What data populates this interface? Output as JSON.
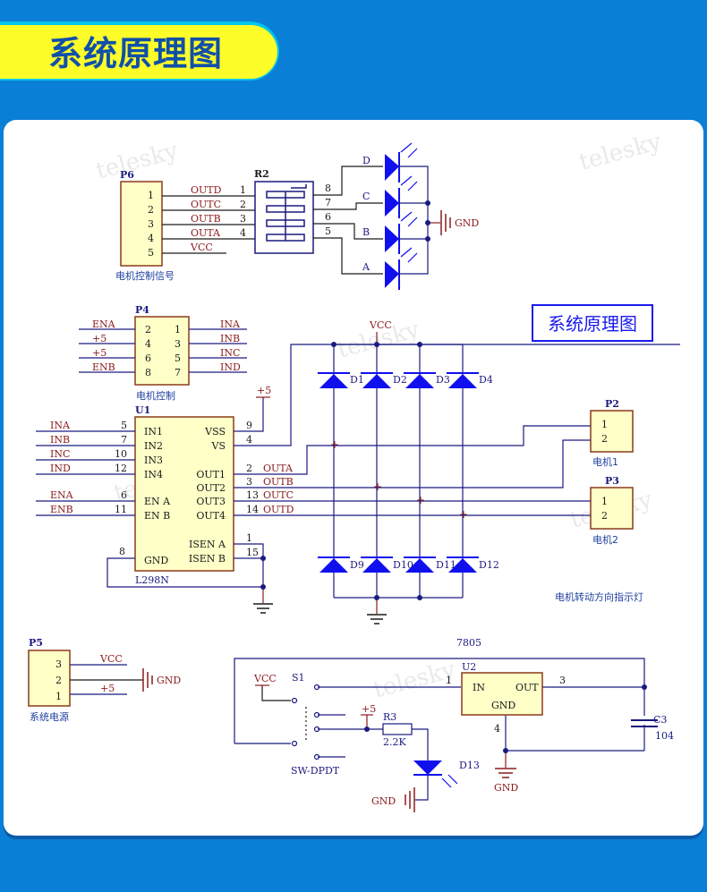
{
  "header": {
    "title": "系统原理图"
  },
  "badge": {
    "label": "系统原理图"
  },
  "colors": {
    "wire": "#1a1a80",
    "net_label": "#8b1a1a",
    "diode": "#1010ee",
    "part_fill": "#ffffc8",
    "part_border": "#8b3a1a",
    "header_yellow": "#fdfd2a",
    "header_text": "#1150a8",
    "background": "#0a7fd6"
  },
  "watermark": "telesky",
  "p6": {
    "ref": "P6",
    "caption": "电机控制信号",
    "pins": [
      "1",
      "2",
      "3",
      "4",
      "5"
    ],
    "nets": [
      "OUTD",
      "OUTC",
      "OUTB",
      "OUTA",
      "VCC"
    ]
  },
  "r2": {
    "ref": "R2",
    "left_pins": [
      "1",
      "2",
      "3",
      "4"
    ],
    "right_pins": [
      "8",
      "7",
      "6",
      "5"
    ]
  },
  "leds_top": {
    "labels": [
      "D",
      "C",
      "B",
      "A"
    ],
    "gnd": "GND"
  },
  "p4": {
    "ref": "P4",
    "caption": "电机控制",
    "left_nets": [
      "ENA",
      "+5",
      "+5",
      "ENB"
    ],
    "left_pins": [
      "2",
      "4",
      "6",
      "8"
    ],
    "right_pins": [
      "1",
      "3",
      "5",
      "7"
    ],
    "right_nets": [
      "INA",
      "INB",
      "INC",
      "IND"
    ]
  },
  "u1": {
    "ref": "U1",
    "part": "L298N",
    "left_pins": [
      {
        "net": "INA",
        "num": "5",
        "name": "IN1"
      },
      {
        "net": "INB",
        "num": "7",
        "name": "IN2"
      },
      {
        "net": "INC",
        "num": "10",
        "name": "IN3"
      },
      {
        "net": "IND",
        "num": "12",
        "name": "IN4"
      },
      {
        "net": "ENA",
        "num": "6",
        "name": "EN A"
      },
      {
        "net": "ENB",
        "num": "11",
        "name": "EN B"
      }
    ],
    "right_pins": [
      {
        "name": "VSS",
        "num": "9",
        "net": ""
      },
      {
        "name": "VS",
        "num": "4",
        "net": ""
      },
      {
        "name": "OUT1",
        "num": "2",
        "net": "OUTA"
      },
      {
        "name": "OUT2",
        "num": "3",
        "net": "OUTB"
      },
      {
        "name": "OUT3",
        "num": "13",
        "net": "OUTC"
      },
      {
        "name": "OUT4",
        "num": "14",
        "net": "OUTD"
      },
      {
        "name": "ISEN A",
        "num": "1",
        "net": ""
      },
      {
        "name": "ISEN B",
        "num": "15",
        "net": ""
      }
    ],
    "gnd_pin": {
      "name": "GND",
      "num": "8"
    },
    "plus5": "+5"
  },
  "bridge": {
    "vcc": "VCC",
    "top_diodes": [
      "D1",
      "D2",
      "D3",
      "D4"
    ],
    "bottom_diodes": [
      "D9",
      "D10",
      "D11",
      "D12"
    ],
    "caption": "电机转动方向指示灯"
  },
  "p2": {
    "ref": "P2",
    "caption": "电机1",
    "pins": [
      "1",
      "2"
    ]
  },
  "p3": {
    "ref": "P3",
    "caption": "电机2",
    "pins": [
      "1",
      "2"
    ]
  },
  "p5": {
    "ref": "P5",
    "caption": "系统电源",
    "pins": [
      "3",
      "2",
      "1"
    ],
    "nets": [
      "VCC",
      "",
      "+5"
    ],
    "gnd": "GND"
  },
  "power": {
    "s1": "S1",
    "s1_type": "SW-DPDT",
    "vcc": "VCC",
    "plus5": "+5",
    "r3": "R3",
    "r3_value": "2.2K",
    "d13": "D13",
    "gnd": "GND",
    "u2": {
      "ref": "U2",
      "part": "7805",
      "pin_in": "IN",
      "pin_out": "OUT",
      "pin_gnd": "GND",
      "num_in": "1",
      "num_out": "3",
      "num_gnd": "4"
    },
    "c3": "C3",
    "c3_value": "104",
    "gnd2": "GND"
  }
}
